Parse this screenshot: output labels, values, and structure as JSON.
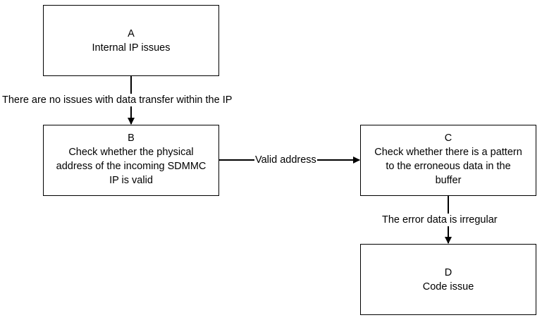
{
  "nodes": {
    "a": {
      "letter": "A",
      "lines": [
        "Internal IP issues"
      ]
    },
    "b": {
      "letter": "B",
      "lines": [
        "Check whether the physical",
        "address of the incoming SDMMC",
        "IP is valid"
      ]
    },
    "c": {
      "letter": "C",
      "lines": [
        "Check whether there is a pattern",
        "to the erroneous data in the",
        "buffer"
      ]
    },
    "d": {
      "letter": "D",
      "lines": [
        "Code issue"
      ]
    }
  },
  "edges": {
    "a_to_b": "There are no issues with data transfer within the IP",
    "b_to_c": "Valid address",
    "c_to_d": "The error data is irregular"
  },
  "colors": {
    "stroke": "#000000",
    "background": "#ffffff"
  }
}
